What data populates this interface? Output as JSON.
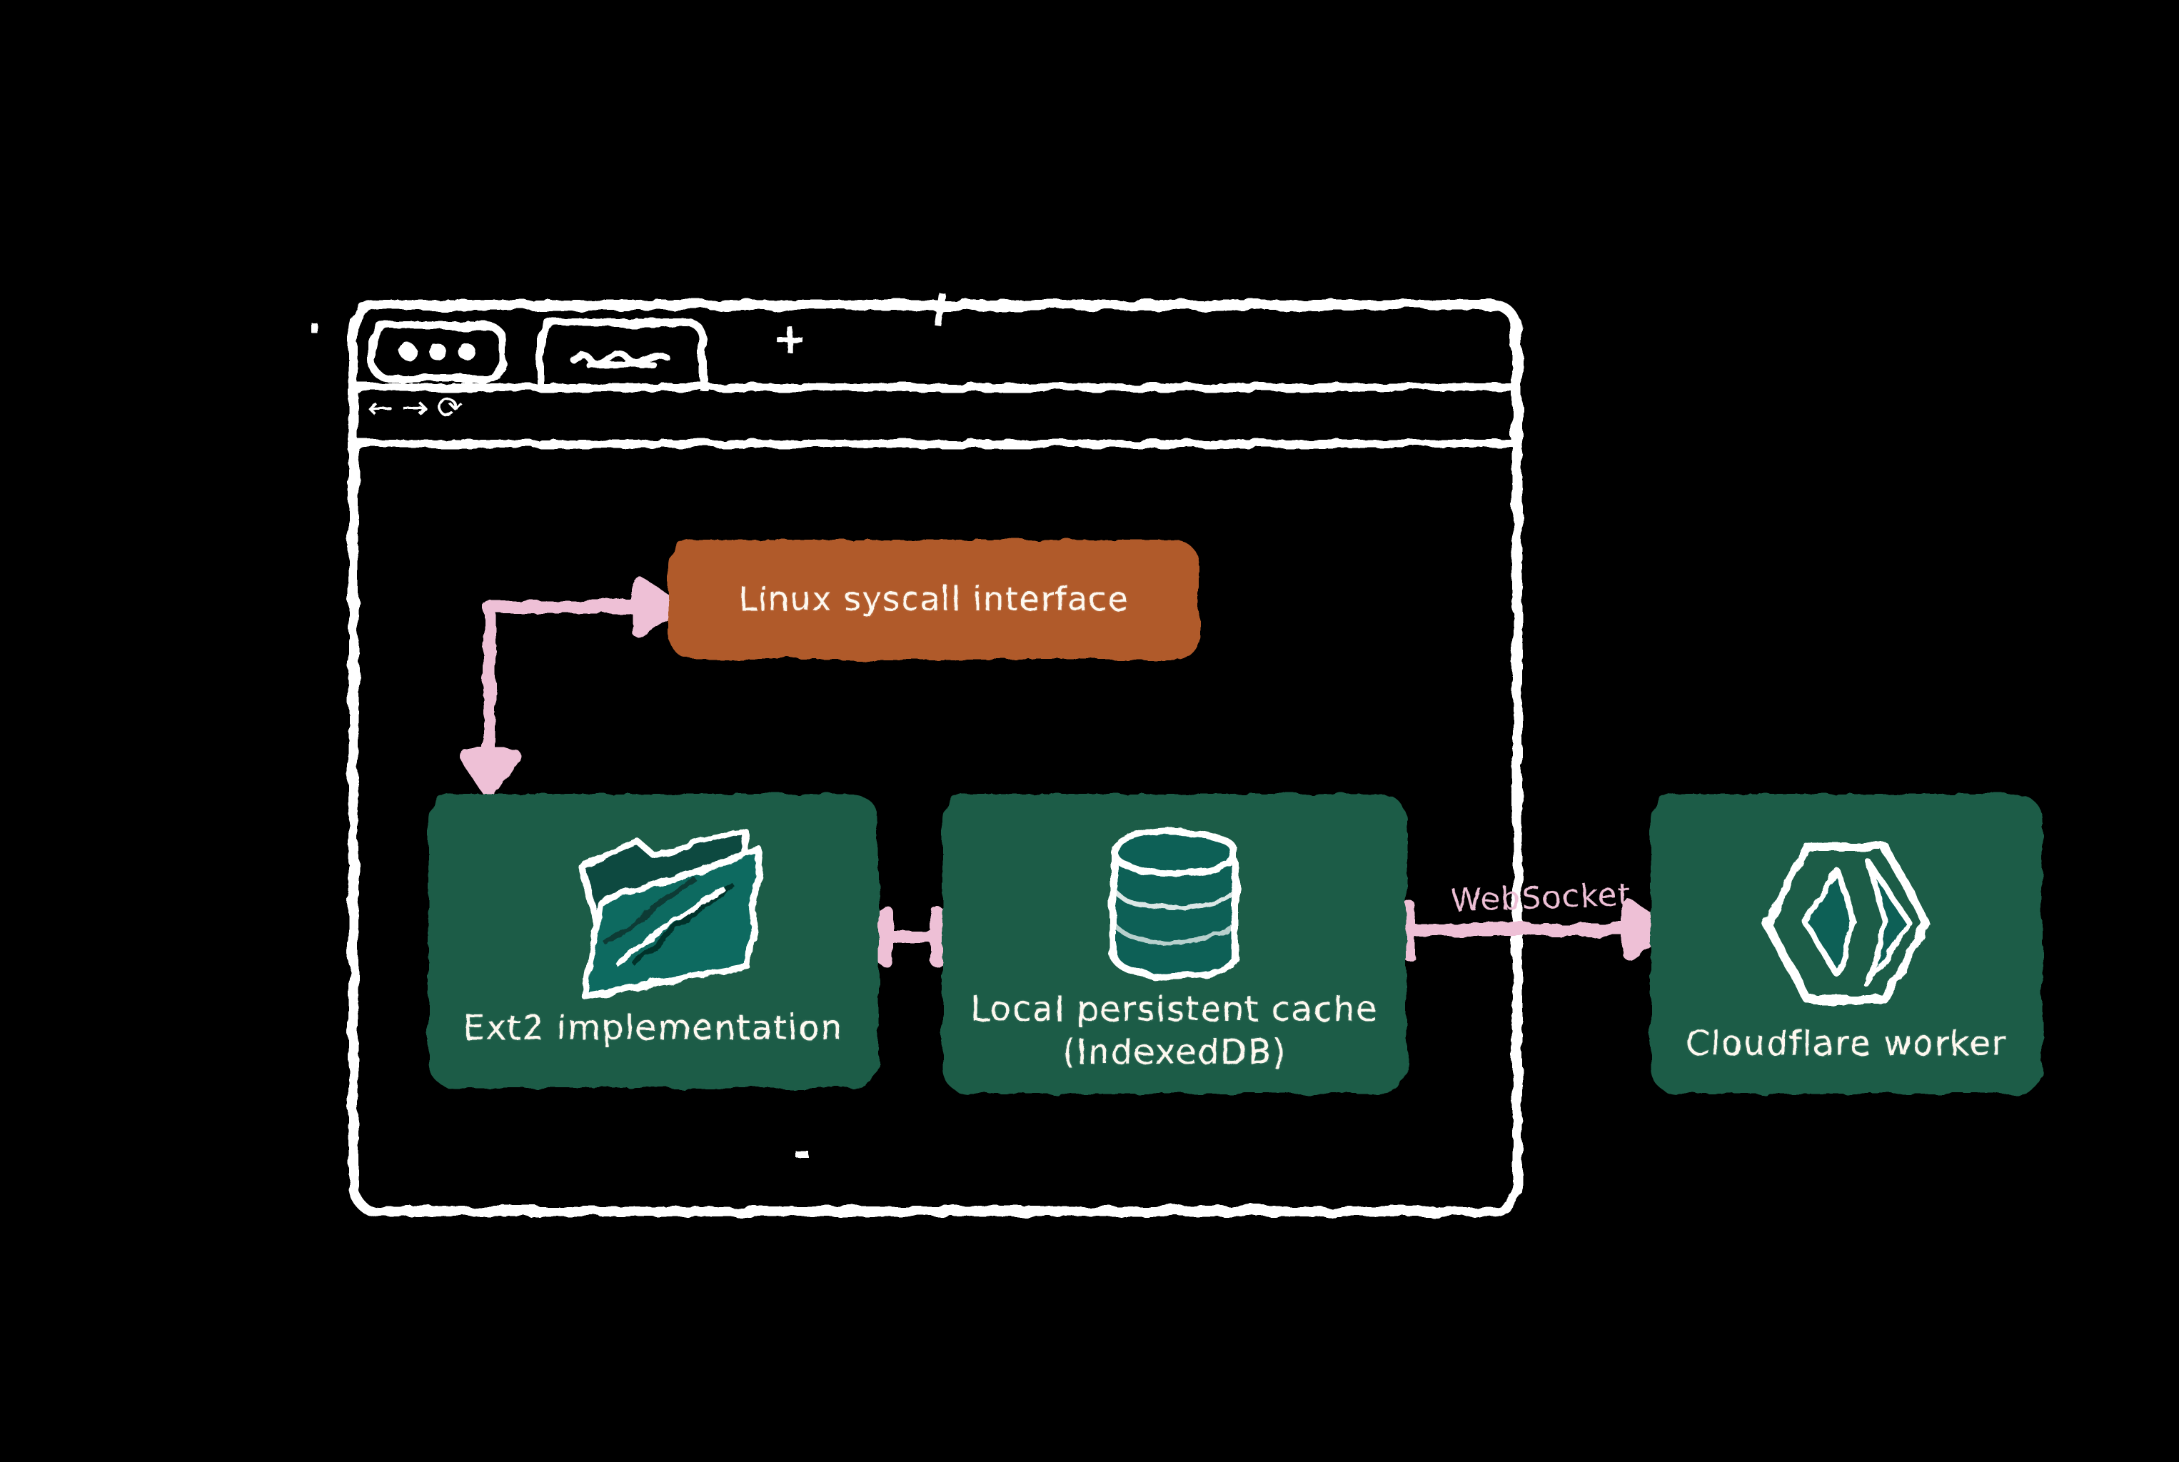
{
  "colors": {
    "background": "#000000",
    "chalk_white": "#ffffff",
    "syscall_orange": "#b05a2b",
    "node_green": "#1d5c46",
    "arrow_pink": "#eec0d6",
    "icon_teal": "#0f6157"
  },
  "browser": {
    "traffic_lights_count": "3",
    "new_tab_label": "+",
    "nav_back_glyph": "←",
    "nav_forward_glyph": "→",
    "nav_reload_glyph": "⟳"
  },
  "nodes": {
    "syscall": {
      "label": "Linux syscall interface"
    },
    "ext2": {
      "label": "Ext2 implementation",
      "icon": "folder-icon"
    },
    "cache": {
      "label_line1": "Local persistent cache",
      "label_line2": "(IndexedDB)",
      "icon": "database-icon"
    },
    "worker": {
      "label": "Cloudflare worker",
      "icon": "cloudflare-workers-icon"
    }
  },
  "edges": {
    "syscall_ext2": {
      "style": "elbow-double-arrow"
    },
    "ext2_cache": {
      "style": "double-arrow"
    },
    "cache_worker": {
      "style": "double-arrow",
      "label": "WebSocket"
    }
  }
}
